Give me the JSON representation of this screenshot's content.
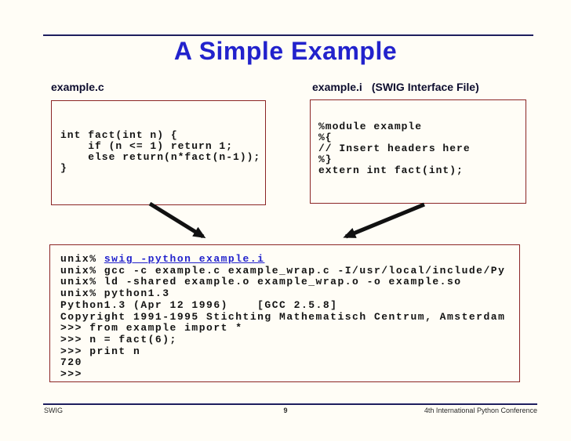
{
  "slide": {
    "title": "A Simple Example",
    "footer": {
      "left": "SWIG",
      "page_number": "9",
      "right": "4th International Python Conference"
    }
  },
  "left_panel": {
    "label": "example.c",
    "code": [
      "int fact(int n) {",
      "    if (n <= 1) return 1;",
      "    else return(n*fact(n-1));",
      "}"
    ]
  },
  "right_panel": {
    "label_file": "example.i",
    "label_note": "(SWIG Interface File)",
    "code": [
      "%module example",
      "%{",
      "// Insert headers here",
      "%}",
      "extern int fact(int);"
    ]
  },
  "terminal": {
    "prompt_prefix": "unix% ",
    "link_command": "swig -python example.i",
    "lines": [
      "unix% gcc -c example.c example_wrap.c -I/usr/local/include/Py",
      "unix% ld -shared example.o example_wrap.o -o example.so",
      "unix% python1.3",
      "Python1.3 (Apr 12 1996)    [GCC 2.5.8]",
      "Copyright 1991-1995 Stichting Mathematisch Centrum, Amsterdam",
      ">>> from example import *",
      ">>> n = fact(6);",
      ">>> print n",
      "720",
      ">>>"
    ]
  },
  "colors": {
    "accent_blue": "#2222cc",
    "rule_navy": "#1e1e5e",
    "box_border_red": "#8b2525"
  }
}
